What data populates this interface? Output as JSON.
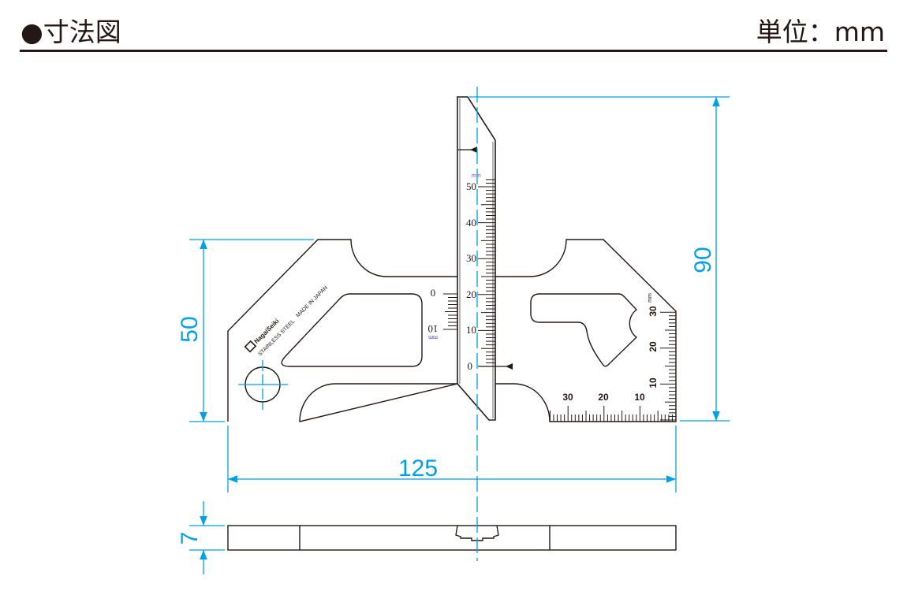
{
  "header": {
    "title": "●寸法図",
    "unit": "単位：mm"
  },
  "dimensions": {
    "width": "125",
    "height_body": "50",
    "height_total": "90",
    "thickness": "7"
  },
  "gauge": {
    "brand": "NagaiSeiki",
    "material": "STAINLESS STEEL",
    "origin": "MADE IN JAPAN",
    "unit_label": "mm",
    "slider_scale_labels": [
      "0",
      "10",
      "20",
      "30",
      "40",
      "50"
    ],
    "vernier_labels": [
      "0",
      "10"
    ],
    "bottom_scale_labels": [
      "10",
      "20",
      "30"
    ],
    "side_scale_labels": [
      "10",
      "20",
      "30"
    ]
  },
  "colors": {
    "dimension": "#00a0e9",
    "outline": "#231815"
  }
}
